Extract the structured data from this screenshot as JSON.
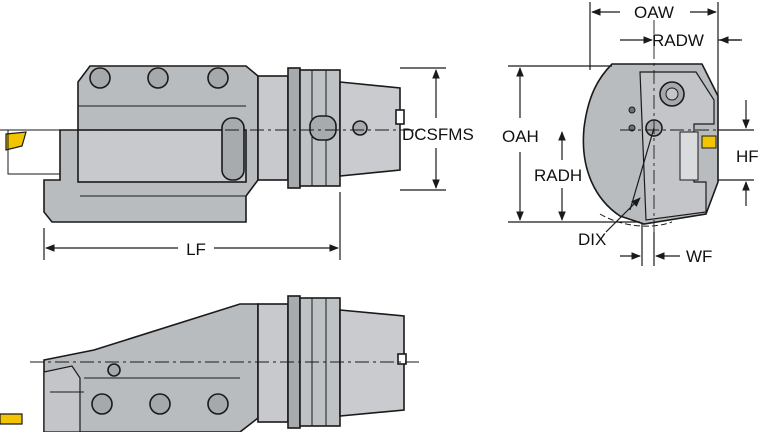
{
  "colors": {
    "body_fill": "#b9bcbf",
    "body_light": "#d3d5d7",
    "body_dark": "#8f9396",
    "outline": "#1a1a1a",
    "insert": "#f2c500",
    "background": "#ffffff"
  },
  "dimensions": {
    "lf": "LF",
    "dcsfms": "DCSFMS",
    "oaw": "OAW",
    "radw": "RADW",
    "oah": "OAH",
    "radh": "RADH",
    "hf": "HF",
    "dix": "DIX",
    "wf": "WF"
  }
}
